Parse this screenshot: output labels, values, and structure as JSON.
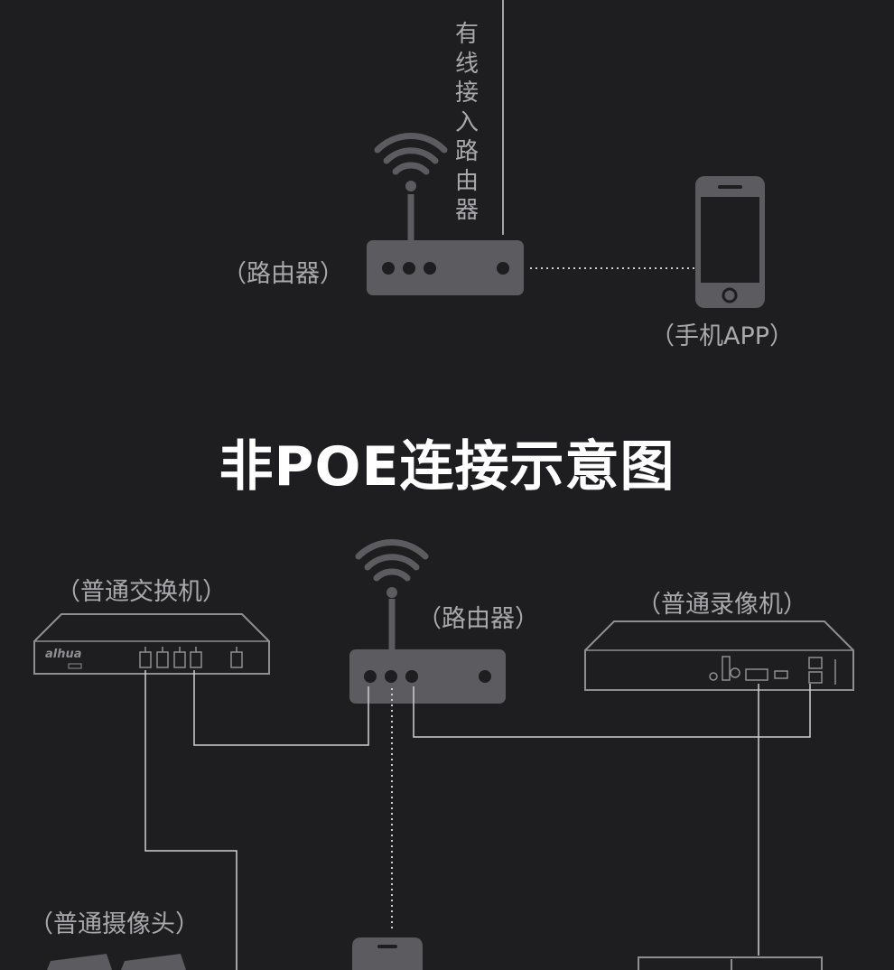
{
  "diagram_title": "非POE连接示意图",
  "top_section": {
    "wired_label": "有线接入路由器",
    "router_label": "（路由器）",
    "phone_label": "（手机APP）"
  },
  "bottom_section": {
    "switch_label": "（普通交换机）",
    "switch_brand": "alhua",
    "router_label": "（路由器）",
    "nvr_label": "（普通录像机）",
    "camera_label": "（普通摄像头）"
  },
  "colors": {
    "background": "#1e1e21",
    "device_fill": "#5b5b60",
    "line": "#cfcfd3",
    "label_text": "#a9a9ad",
    "title_text": "#ffffff"
  }
}
